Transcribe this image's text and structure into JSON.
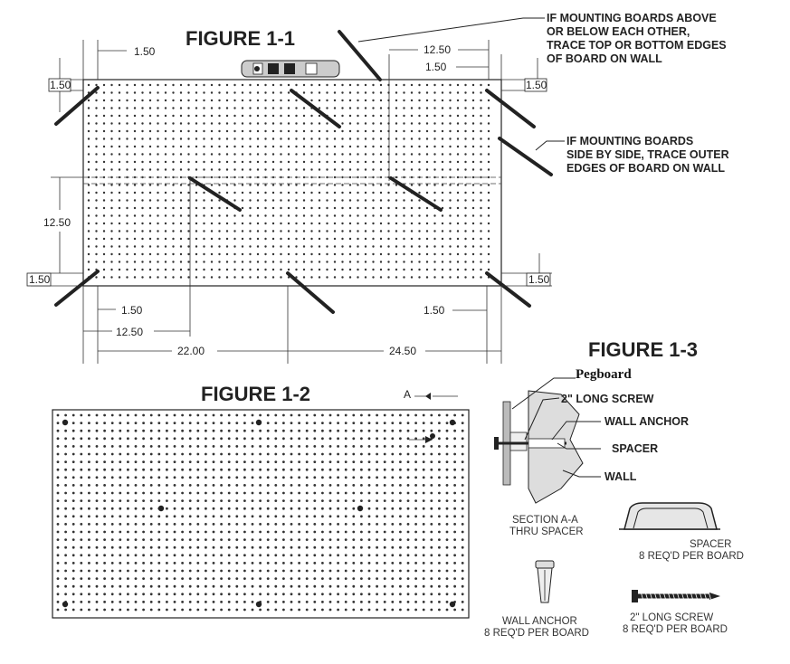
{
  "figures": {
    "fig1_title": "FIGURE 1-1",
    "fig2_title": "FIGURE 1-2",
    "fig3_title": "FIGURE 1-3"
  },
  "notes": {
    "above_below": [
      "IF MOUNTING BOARDS ABOVE",
      "OR BELOW EACH OTHER,",
      "TRACE TOP OR BOTTOM EDGES",
      "OF BOARD ON WALL"
    ],
    "side_by_side": [
      "IF MOUNTING BOARDS",
      "SIDE BY SIDE, TRACE OUTER",
      "EDGES OF BOARD ON WALL"
    ]
  },
  "dimensions": {
    "d_top_left": "1.50",
    "d_top_right_1250": "12.50",
    "d_top_right_150": "1.50",
    "d_left_top": "1.50",
    "d_right_top": "1.50",
    "d_left_1250": "12.50",
    "d_left_bottom": "1.50",
    "d_right_bottom": "1.50",
    "d_bottom_150_left": "1.50",
    "d_bottom_1250": "12.50",
    "d_bottom_150_right": "1.50",
    "d_bottom_2200": "22.00",
    "d_bottom_2450": "24.50"
  },
  "fig2": {
    "section_marker": "A"
  },
  "fig3": {
    "pegboard": "Pegboard",
    "screw_callout": "2\" LONG SCREW",
    "anchor_callout": "WALL ANCHOR",
    "spacer_callout": "SPACER",
    "wall_callout": "WALL",
    "section_caption": [
      "SECTION A-A",
      "THRU SPACER"
    ],
    "spacer_caption": [
      "SPACER",
      "8 REQ'D PER BOARD"
    ],
    "anchor_caption": [
      "WALL ANCHOR",
      "8 REQ'D PER BOARD"
    ],
    "screw_caption": [
      "2\" LONG SCREW",
      "8 REQ'D PER BOARD"
    ]
  },
  "icons": [
    "level-icon",
    "screw-icon",
    "wall-anchor-icon",
    "spacer-icon"
  ]
}
